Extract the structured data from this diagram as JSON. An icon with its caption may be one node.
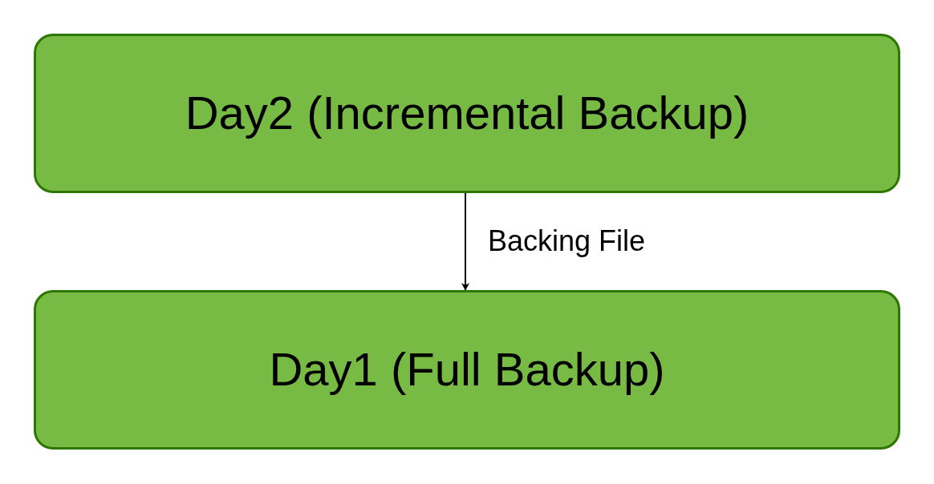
{
  "diagram": {
    "nodes": [
      {
        "text": [
          "Day2 (Incremental Backup)"
        ]
      },
      {
        "text": [
          "Day1 (Full Backup)"
        ]
      }
    ],
    "edges": [
      {
        "from": 0,
        "to": 1,
        "arrow": "to",
        "label": "Backing File"
      }
    ]
  }
}
